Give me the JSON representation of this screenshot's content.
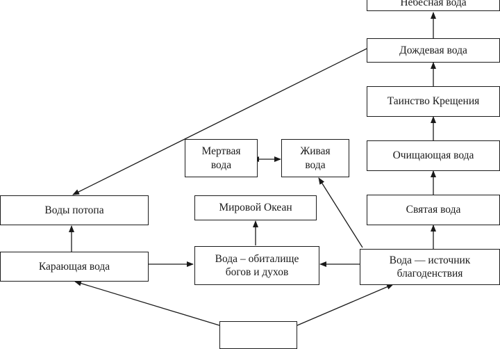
{
  "diagram": {
    "nodes": {
      "heavenly_water": "Небесная вода",
      "rain_water": "Дождевая вода",
      "baptism": "Таинство Крещения",
      "cleansing_water": "Очищающая вода",
      "holy_water": "Святая вода",
      "source_of_blessing": "Вода — источник\nблагоденствия",
      "dwelling": "Вода – обиталище\nбогов и духов",
      "world_ocean": "Мировой Океан",
      "dead_water": "Мертвая\nвода",
      "living_water": "Живая\nвода",
      "flood_waters": "Воды потопа",
      "punishing_water": "Карающая вода",
      "water_root": ""
    },
    "line_color": "#1a1a1a"
  }
}
